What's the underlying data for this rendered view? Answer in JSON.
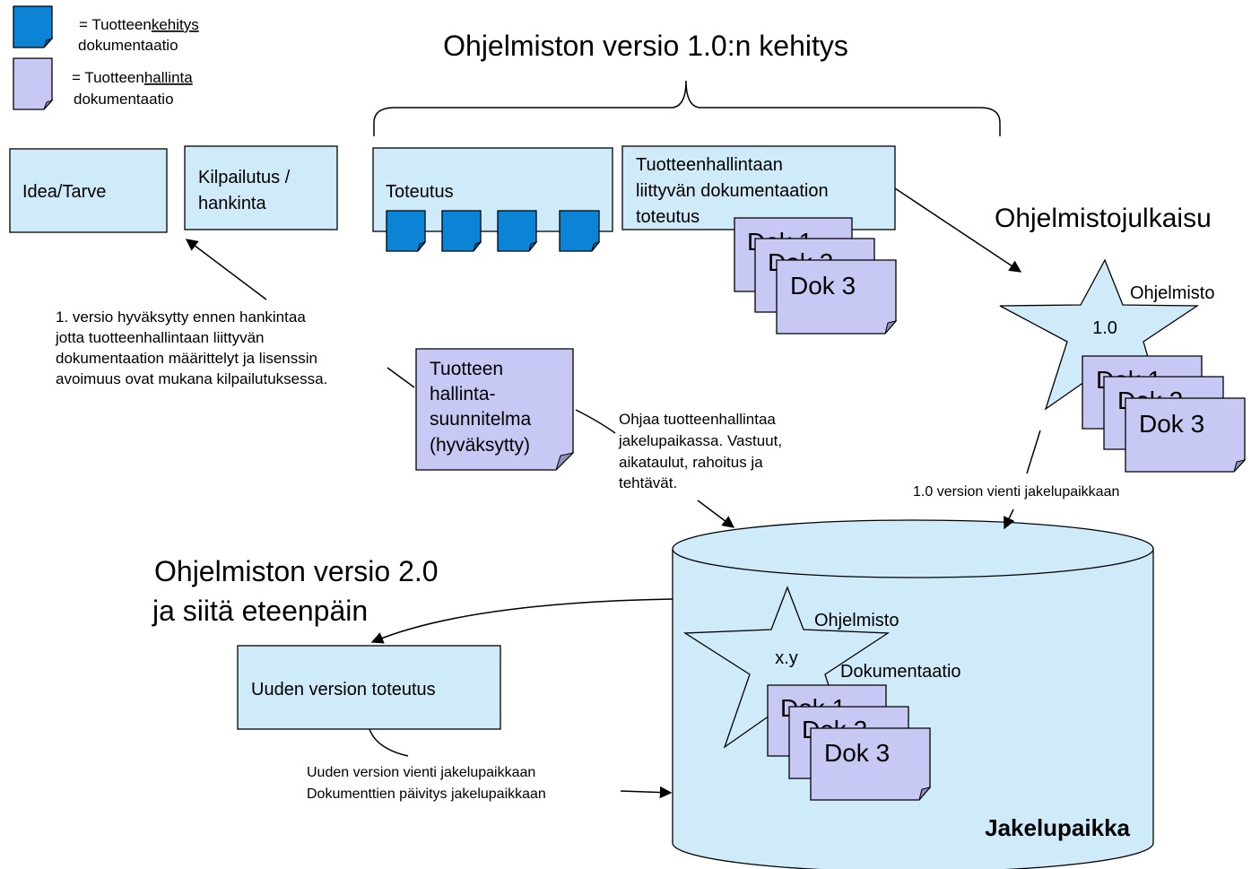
{
  "legend": {
    "dev_prefix": "= Tuotteen",
    "dev_underlined": "kehitys",
    "dev_second": "dokumentaatio",
    "mgmt_prefix": "= Tuotteen",
    "mgmt_underlined": "hallinta",
    "mgmt_second": "dokumentaatio"
  },
  "titles": {
    "version1": "Ohjelmiston versio 1.0:n kehitys",
    "release": "Ohjelmistojulkaisu",
    "version2_line1": "Ohjelmiston versio 2.0",
    "version2_line2": "ja siitä eteenpäin"
  },
  "boxes": {
    "idea": "Idea/Tarve",
    "kilpailutus_line1": "Kilpailutus /",
    "kilpailutus_line2": "hankinta",
    "toteutus": "Toteutus",
    "mgmt_doc_line1": "Tuotteenhallintaan",
    "mgmt_doc_line2": "liittyvän dokumentaation",
    "mgmt_doc_line3": "toteutus",
    "new_version": "Uuden version toteutus"
  },
  "plan_doc": {
    "line1": "Tuotteen",
    "line2": "hallinta-",
    "line3": "suunnitelma",
    "line4": "(hyväksytty)"
  },
  "notes": {
    "approved_line1": "1. versio hyväksytty ennen hankintaa",
    "approved_line2": "jotta tuotteenhallintaan liittyvän",
    "approved_line3": "dokumentaation määrittelyt ja lisenssin",
    "approved_line4": "avoimuus ovat mukana kilpailutuksessa.",
    "guide_line1": "Ohjaa tuotteenhallintaa",
    "guide_line2": "jakelupaikassa. Vastuut,",
    "guide_line3": "aikataulut, rahoitus ja",
    "guide_line4": "tehtävät.",
    "export_v1": "1.0 version vienti jakelupaikkaan",
    "new_export_line1": "Uuden  version vienti jakelupaikkaan",
    "new_export_line2": "Dokumenttien päivitys jakelupaikkaan"
  },
  "docs": {
    "dok1": "Dok  1",
    "dok2": "Dok  2",
    "dok3": "Dok  3"
  },
  "star_release": {
    "label": "Ohjelmisto",
    "version": "1.0"
  },
  "repository": {
    "name": "Jakelupaikka",
    "star_label": "Ohjelmisto",
    "star_version": "x.y",
    "doc_label": "Dokumentaatio"
  },
  "colors": {
    "box_fill": "#cfeaf8",
    "dev_doc": "#0b84d6",
    "mgmt_doc": "#c8c8f5"
  }
}
